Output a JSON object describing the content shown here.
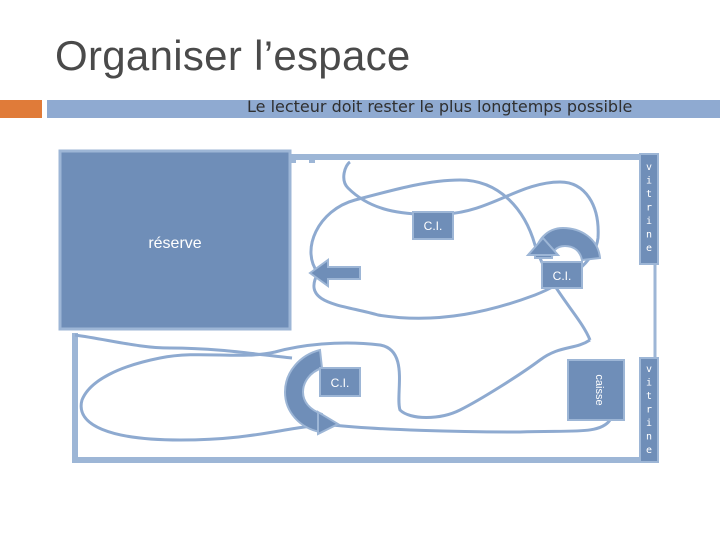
{
  "slide": {
    "title": "Organiser l’espace",
    "subtitle": "Le lecteur doit rester le plus longtemps possible"
  },
  "plan": {
    "reserve_label": "réserve",
    "ci_labels": [
      "C.I.",
      "C.I.",
      "C.I."
    ],
    "vitrine_labels": [
      "vitrine",
      "vitrine"
    ],
    "caisse_label": "caisse"
  },
  "colors": {
    "accent": "#e07b39",
    "rule": "#8faad1",
    "block": "#6f8eb8",
    "wall": "#9db6d6",
    "path": "#8eaad0"
  }
}
